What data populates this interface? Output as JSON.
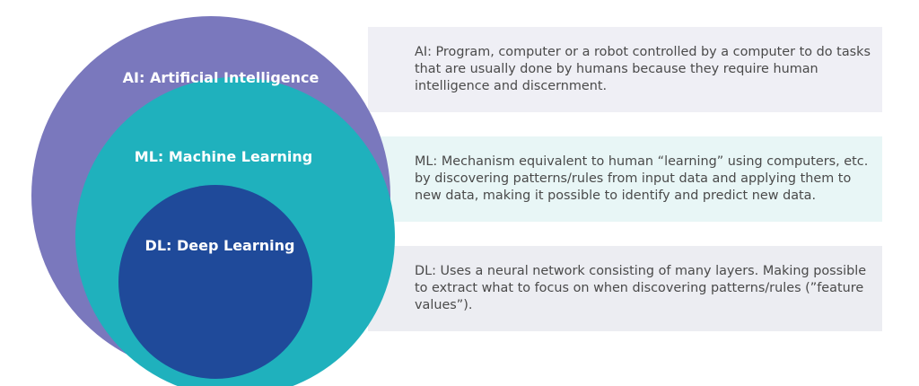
{
  "layers": {
    "ai": {
      "label": "AI: Artificial Intelligence",
      "description": "AI: Program, computer or a robot controlled by a computer to do tasks that are usually done by humans because they require human intelligence and discernment.",
      "circle_color": "#7a78bd",
      "panel_color": "#efeff5"
    },
    "ml": {
      "label": "ML: Machine Learning",
      "description": "ML: Mechanism equivalent to human “learning” using computers, etc. by discovering patterns/rules from input data and applying them to new data, making it possible to identify and predict new data.",
      "circle_color": "#1fb1bd",
      "panel_color": "#e8f6f6"
    },
    "dl": {
      "label": "DL: Deep Learning",
      "description": "DL: Uses a neural network consisting of many layers. Making possible to extract what to focus on when discovering patterns/rules (”feature values”).",
      "circle_color": "#1f4a9a",
      "panel_color": "#ecedf2"
    }
  }
}
